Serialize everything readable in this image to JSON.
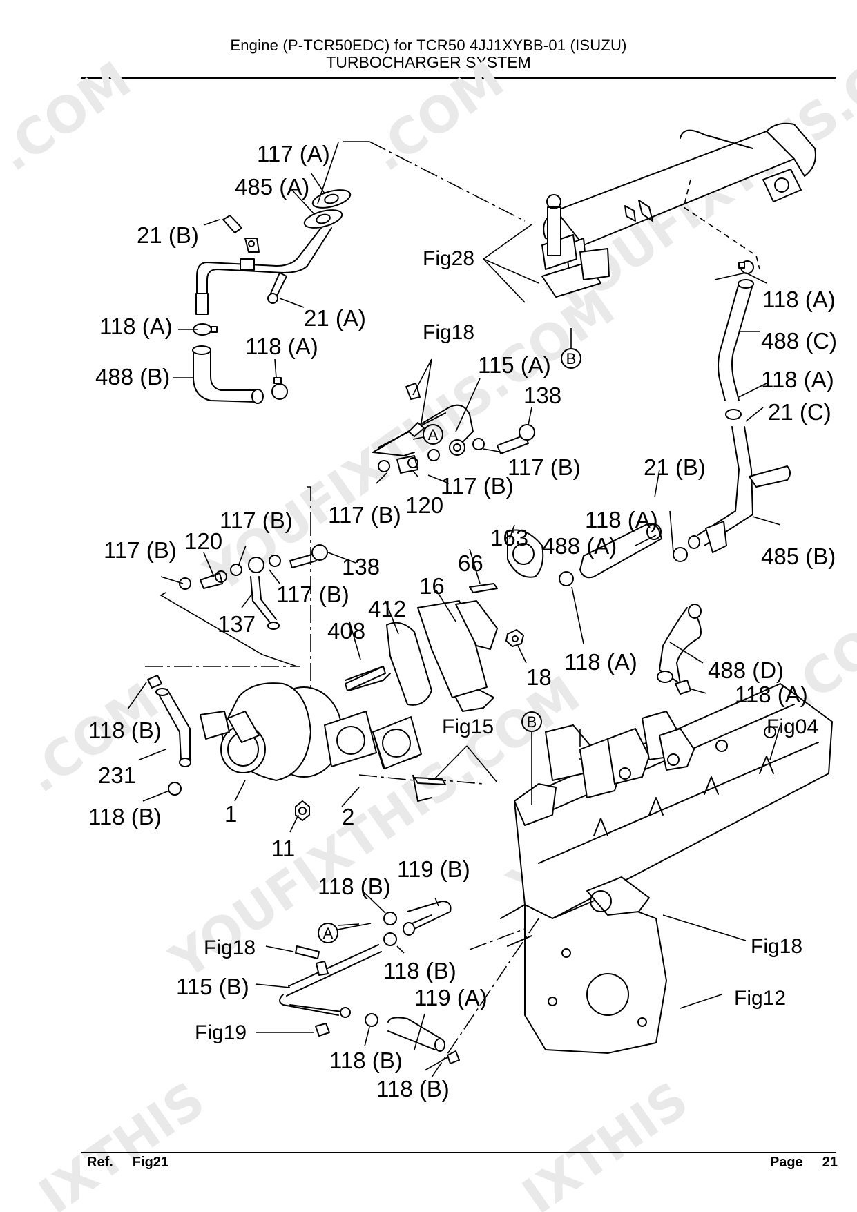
{
  "header": {
    "title_line1": "Engine (P-TCR50EDC) for TCR50 4JJ1XYBB-01 (ISUZU)",
    "title_line2": "TURBOCHARGER SYSTEM"
  },
  "footer": {
    "ref_label": "Ref.",
    "ref_value": "Fig21",
    "page_label": "Page",
    "page_value": "21"
  },
  "watermark": {
    "text_com": ".COM",
    "text_youfix": "YOUFIXTHIS.COM",
    "text_ixthis": "IXTHIS",
    "color": "#e9e9e9"
  },
  "callouts": {
    "p117A": "117 (A)",
    "p485A": "485 (A)",
    "p21B_top": "21 (B)",
    "p21A": "21 (A)",
    "p118A_left1": "118 (A)",
    "p118A_left2": "118 (A)",
    "p488B": "488 (B)",
    "fig28": "Fig28",
    "p118A_right1": "118 (A)",
    "p488C": "488 (C)",
    "p118A_right2": "118 (A)",
    "p21C": "21 (C)",
    "fig18_top": "Fig18",
    "p115A": "115 (A)",
    "p138_top": "138",
    "p117B_a": "117 (B)",
    "p117B_b": "117 (B)",
    "p117B_c": "117 (B)",
    "p120_top": "120",
    "p21B_mid": "21 (B)",
    "p118A_mid": "118 (A)",
    "p488A": "488 (A)",
    "p485B": "485 (B)",
    "p117B_d": "117 (B)",
    "p120_left": "120",
    "p117B_e": "117 (B)",
    "p138_left": "138",
    "p117B_f": "117 (B)",
    "p137": "137",
    "p163": "163",
    "p66": "66",
    "p16": "16",
    "p412": "412",
    "p408": "408",
    "p18": "18",
    "p118A_low": "118 (A)",
    "p488D": "488 (D)",
    "p118A_bottom": "118 (A)",
    "p118B_left1": "118 (B)",
    "p231": "231",
    "p118B_left2": "118 (B)",
    "p1": "1",
    "p11": "11",
    "p2": "2",
    "fig15": "Fig15",
    "fig04": "Fig04",
    "p118B_low1": "118 (B)",
    "p119B": "119 (B)",
    "fig18_low": "Fig18",
    "p118B_low2": "118 (B)",
    "p115B": "115 (B)",
    "p119A": "119 (A)",
    "fig19": "Fig19",
    "p118B_low3": "118 (B)",
    "p118B_low4": "118 (B)",
    "fig18_right": "Fig18",
    "fig12": "Fig12"
  },
  "connectors": {
    "A": "A",
    "B": "B"
  }
}
